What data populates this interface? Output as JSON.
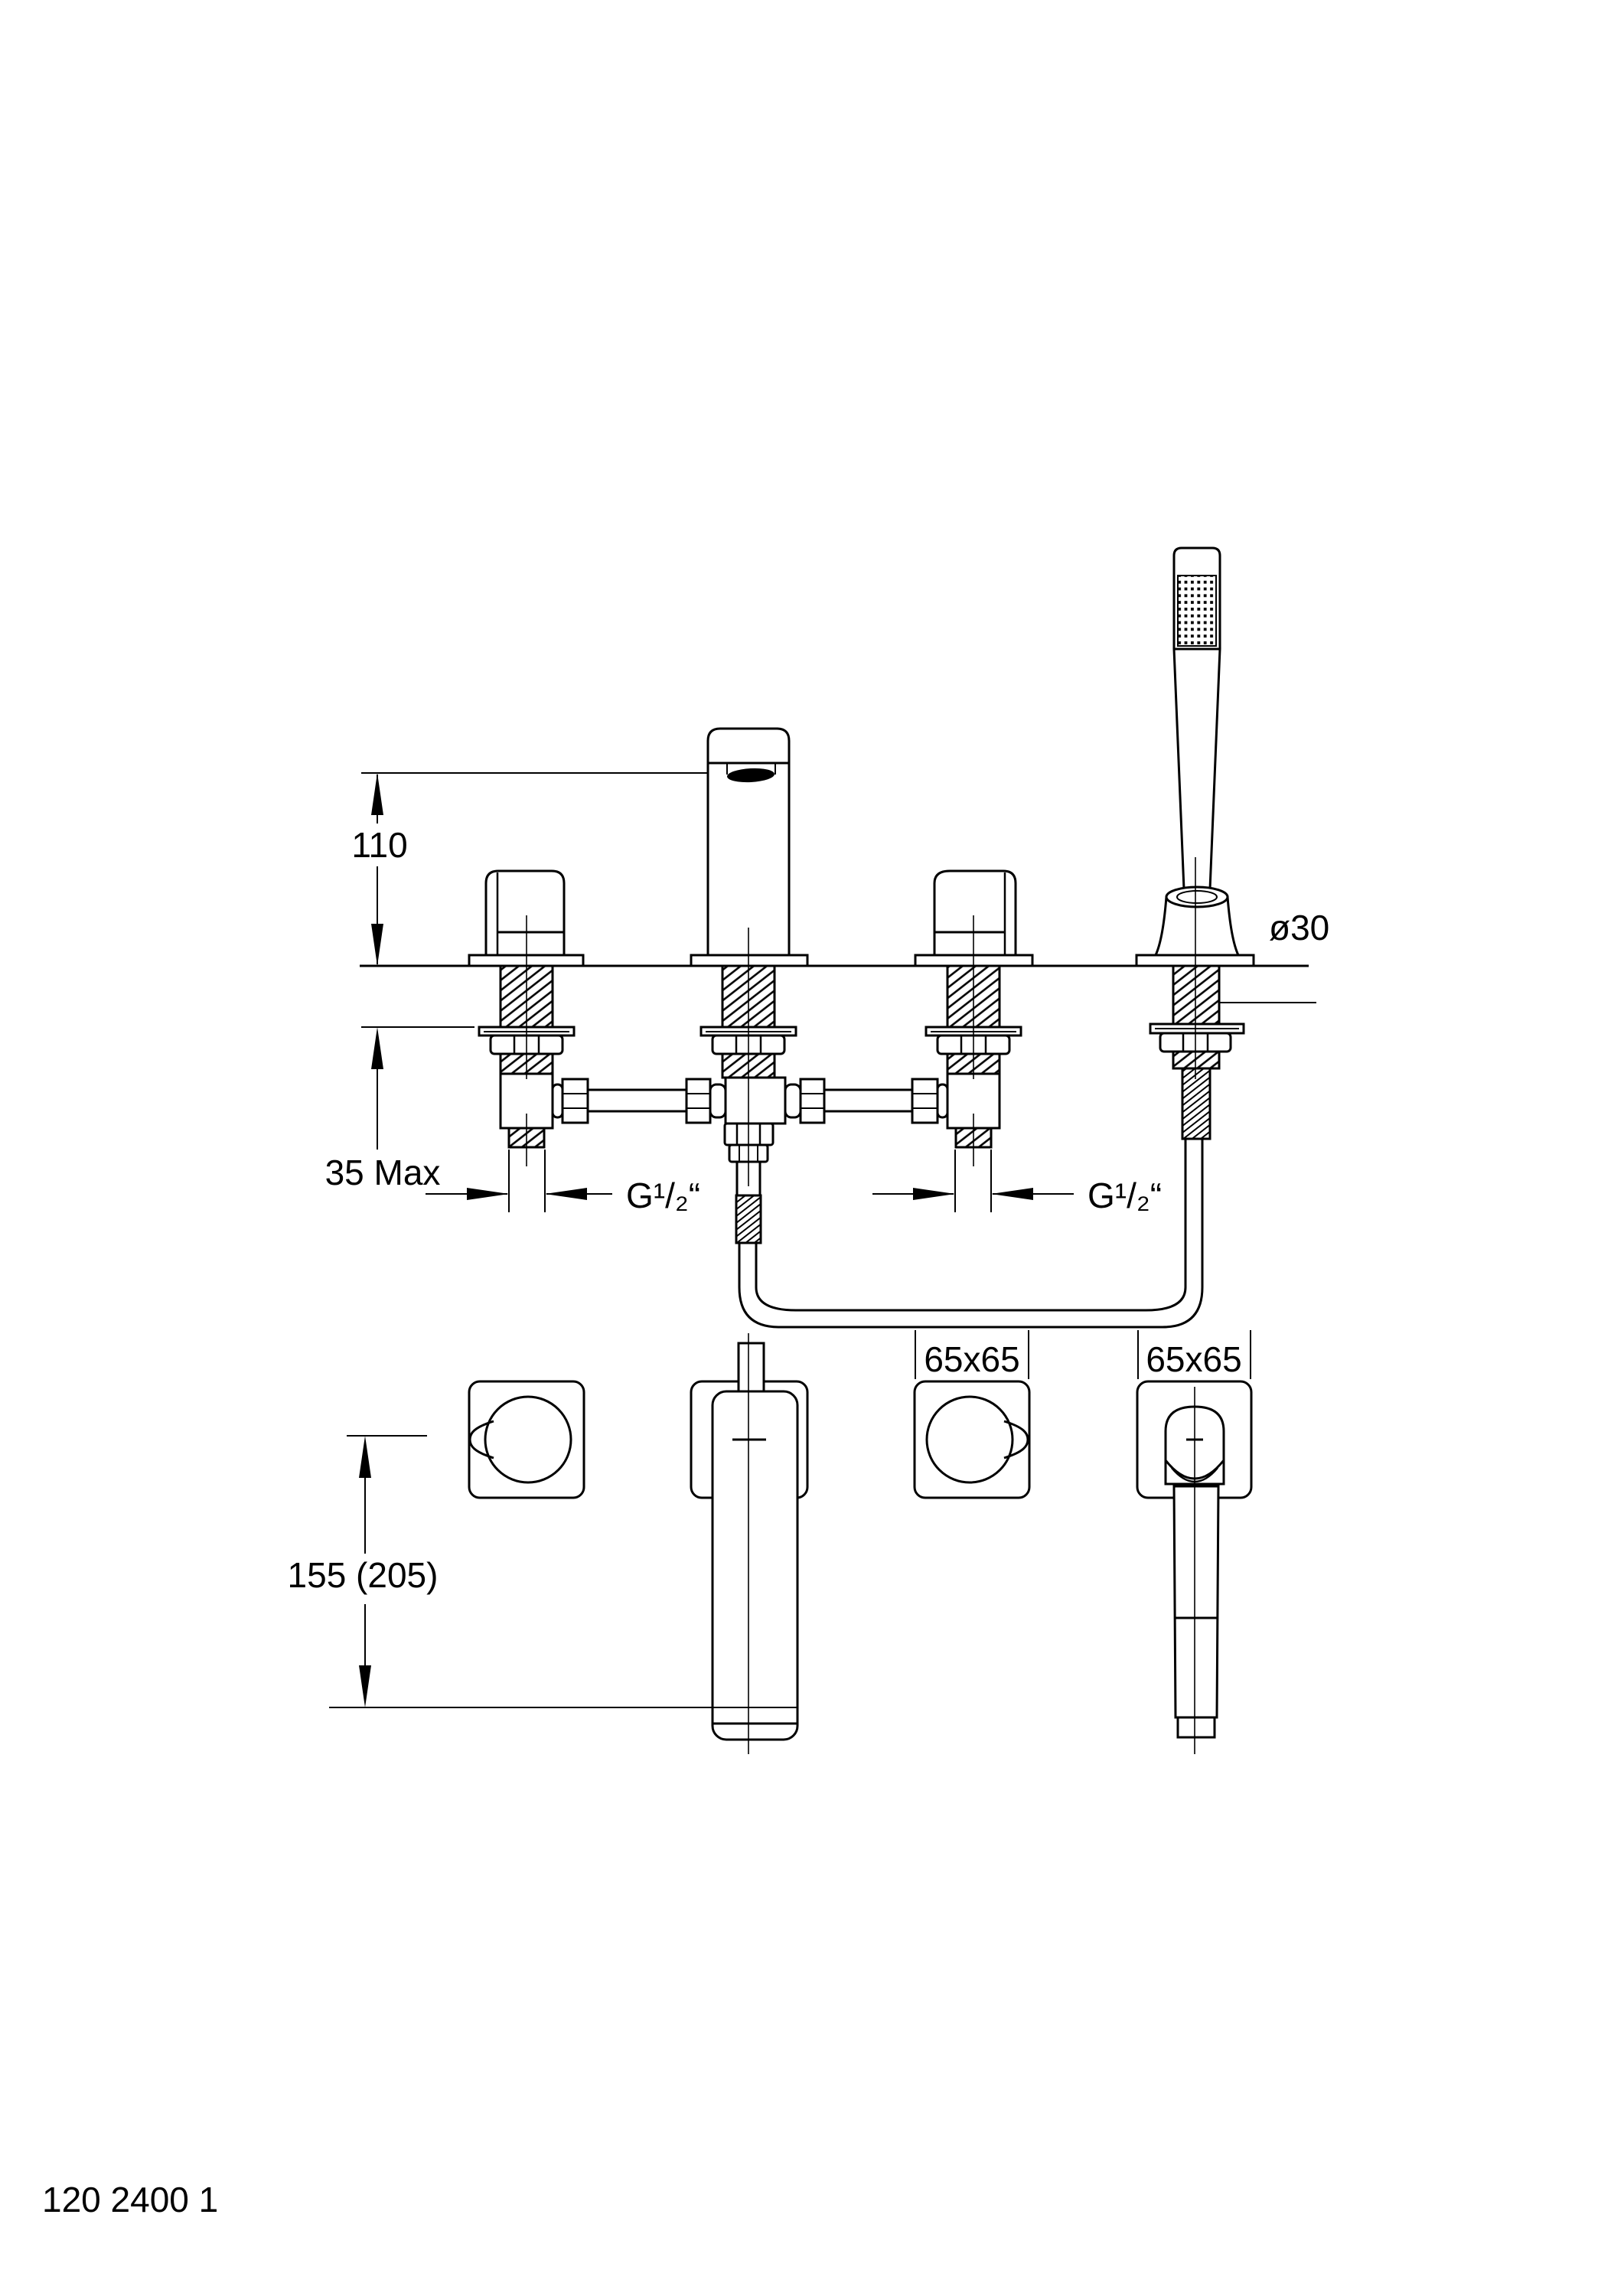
{
  "drawing": {
    "background_color": "#ffffff",
    "line_color": "#000000",
    "labels": {
      "spout_height": "110",
      "deck_thickness_max": "35 Max",
      "thread_size_left": "G¹/₂“",
      "thread_size_right": "G¹/₂“",
      "hose_hole_diameter": "ø30",
      "escutcheon_size_left": "65x65",
      "escutcheon_size_right": "65x65",
      "height_reach": "155 (205)",
      "part_number": "120 2400 1"
    }
  }
}
